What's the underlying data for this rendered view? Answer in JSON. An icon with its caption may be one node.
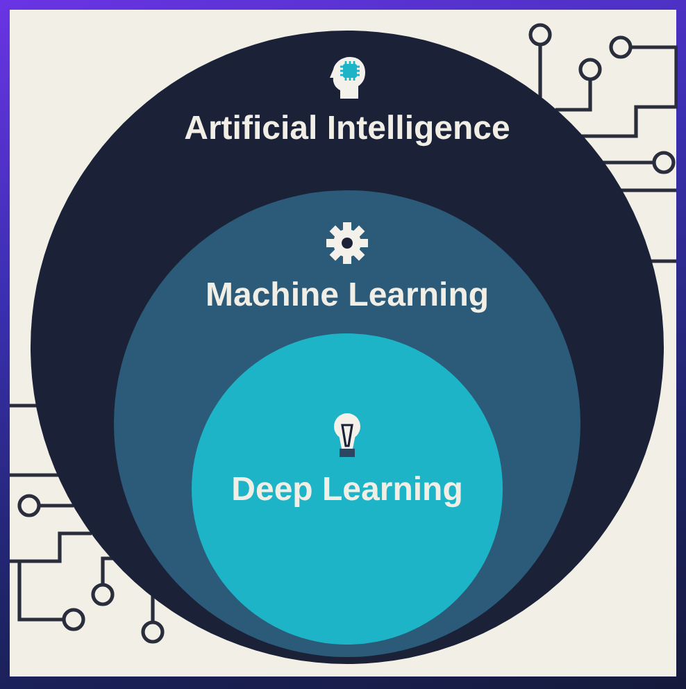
{
  "diagram": {
    "nodes": [
      {
        "text": [
          "Artificial Intelligence"
        ]
      },
      {
        "text": [
          "Machine Learning"
        ],
        "in": 0
      },
      {
        "text": [
          "Deep Learning"
        ],
        "in": 1
      }
    ]
  }
}
